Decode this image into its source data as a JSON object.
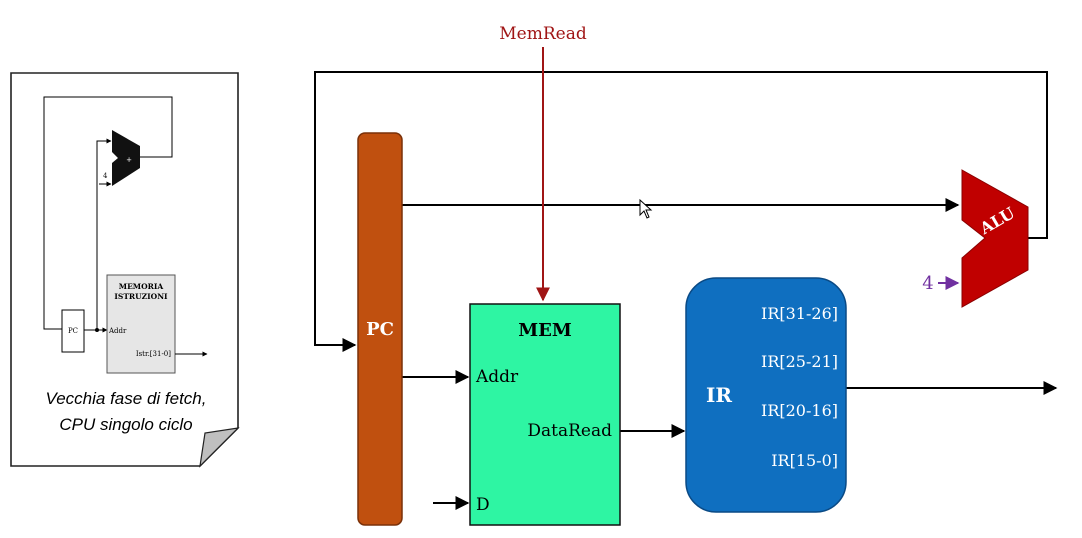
{
  "signals": {
    "memread": "MemRead",
    "const_four": "4"
  },
  "blocks": {
    "pc": "PC",
    "mem": "MEM",
    "mem_addr": "Addr",
    "mem_dataread": "DataRead",
    "mem_d": "D",
    "ir": "IR",
    "ir_fields": [
      "IR[31-26]",
      "IR[25-21]",
      "IR[20-16]",
      "IR[15-0]"
    ],
    "alu": "ALU"
  },
  "note_card": {
    "adder_plus": "+",
    "adder_four": "4",
    "pc": "PC",
    "memory_title_1": "MEMORIA",
    "memory_title_2": "ISTRUZIONI",
    "addr": "Addr",
    "istr": "Istr.[31-0]",
    "caption_1": "Vecchia fase di fetch,",
    "caption_2": "CPU singolo ciclo"
  },
  "colors": {
    "pc": "#c0500f",
    "mem": "#2ef5a3",
    "ir": "#0f6fc0",
    "alu": "#c00000",
    "memread": "#a01515",
    "const_four": "#7030a0"
  }
}
